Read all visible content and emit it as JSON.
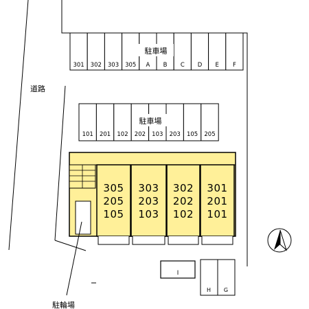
{
  "road_label": "道路",
  "parking_top": {
    "title": "駐車場",
    "spaces": [
      "301",
      "302",
      "303",
      "305",
      "A",
      "B",
      "C",
      "D",
      "E",
      "F"
    ]
  },
  "parking_middle": {
    "title": "駐車場",
    "spaces": [
      "101",
      "201",
      "102",
      "202",
      "103",
      "203",
      "105",
      "205"
    ]
  },
  "building_units": [
    {
      "rooms": [
        "305",
        "205",
        "105"
      ]
    },
    {
      "rooms": [
        "303",
        "203",
        "103"
      ]
    },
    {
      "rooms": [
        "302",
        "202",
        "102"
      ]
    },
    {
      "rooms": [
        "301",
        "201",
        "101"
      ]
    }
  ],
  "bike_parking_label": "駐輪場",
  "outbuildings": {
    "storage_i": "I",
    "space_h": "H",
    "space_g": "G"
  },
  "building_color": "#fff099",
  "compass_icon": "north-arrow-icon"
}
